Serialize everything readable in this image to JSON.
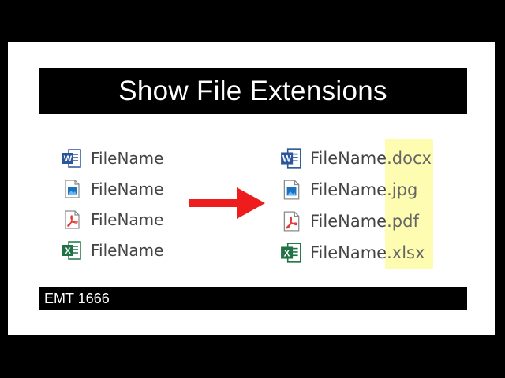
{
  "title": "Show File Extensions",
  "footer": "EMT 1666",
  "colors": {
    "background": "#000000",
    "panel": "#ffffff",
    "arrow": "#ee1c1c",
    "highlight": "#fdfcb0",
    "word": "#2b579a",
    "image": "#1a73c0",
    "pdf": "#e53935",
    "excel": "#217346"
  },
  "before": [
    {
      "name": "FileName",
      "icon": "word-icon"
    },
    {
      "name": "FileName",
      "icon": "image-icon"
    },
    {
      "name": "FileName",
      "icon": "pdf-icon"
    },
    {
      "name": "FileName",
      "icon": "excel-icon"
    }
  ],
  "after": [
    {
      "name": "FileName",
      "ext": ".docx",
      "icon": "word-icon"
    },
    {
      "name": "FileName",
      "ext": ".jpg",
      "icon": "image-icon"
    },
    {
      "name": "FileName",
      "ext": ".pdf",
      "icon": "pdf-icon"
    },
    {
      "name": "FileName",
      "ext": ".xlsx",
      "icon": "excel-icon"
    }
  ]
}
